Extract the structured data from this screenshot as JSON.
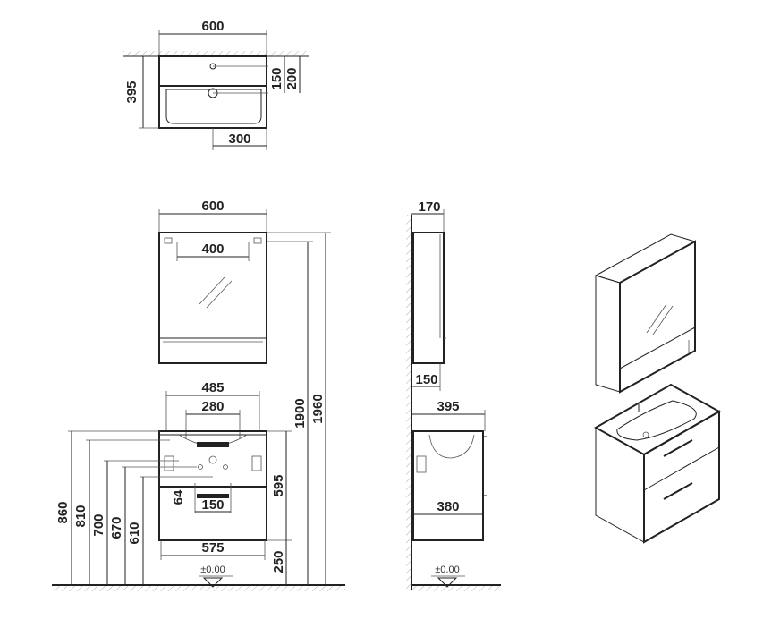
{
  "top_view": {
    "width": "600",
    "depth": "395",
    "offset_150": "150",
    "offset_200": "200",
    "center": "300"
  },
  "front_view": {
    "mirror_width": "600",
    "mirror_inner": "400",
    "basin_width": "485",
    "basin_inner": "280",
    "cabinet_height": "595",
    "drawer_handle": "150",
    "dim_64": "64",
    "base_width": "575",
    "floor_clearance": "250",
    "floor_level": "±0.00",
    "h_860": "860",
    "h_810": "810",
    "h_700": "700",
    "h_670": "670",
    "h_610": "610",
    "h_1900": "1900",
    "h_1960": "1960"
  },
  "side_view": {
    "mirror_depth": "170",
    "mirror_gap": "150",
    "basin_depth": "395",
    "cabinet_depth": "380",
    "floor_level": "±0.00"
  }
}
